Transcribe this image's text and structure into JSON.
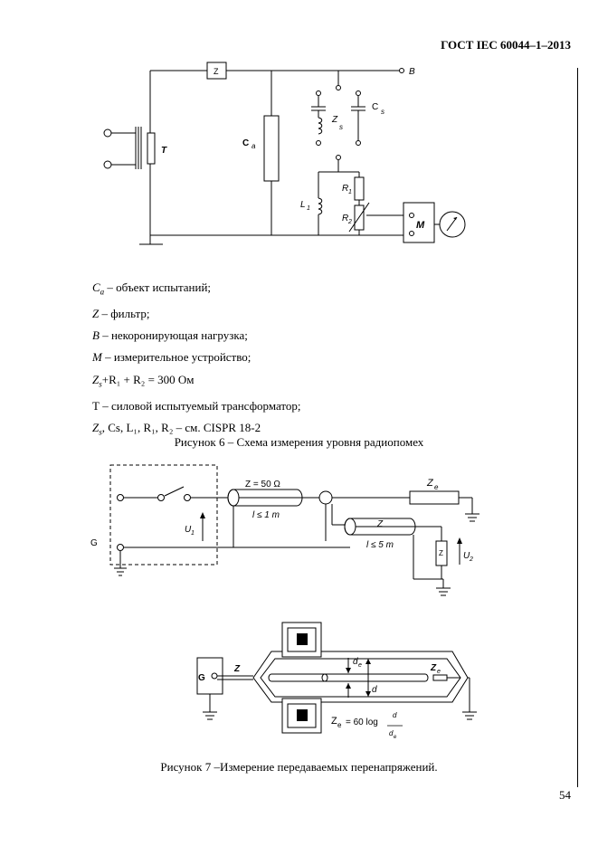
{
  "header": {
    "doc_code": "ГОСТ IEC 60044–1–2013"
  },
  "figure6": {
    "labels": {
      "B": "B",
      "T": "T",
      "Z": "Z",
      "Ca": "C",
      "Ca_sub": "a",
      "Zs": "Z",
      "Zs_sub": "s",
      "Cs": "C",
      "Cs_sub": "s",
      "L1": "L",
      "L1_sub": "1",
      "R1": "R",
      "R1_sub": "1",
      "R2": "R",
      "R2_sub": "2",
      "M": "M"
    },
    "legend": [
      {
        "sym": "C",
        "sub": "a",
        "text": " – объект испытаний;"
      },
      {
        "sym": "Z",
        "sub": "",
        "text": " – фильтр;"
      },
      {
        "sym": "B",
        "sub": "",
        "text": " – некоронирующая нагрузка;"
      },
      {
        "sym": "M",
        "sub": "",
        "text": " – измерительное устройство;"
      },
      {
        "sym": "Z",
        "sub": "s",
        "text": "+R₁ + R₂ = 300 Ом"
      },
      {
        "sym": "",
        "sub": "",
        "text": "Т – силовой испытуемый трансформатор;"
      },
      {
        "sym": "Z",
        "sub": "s",
        "text": ", Cs, L₁, R₁, R₂ – см. CISPR 18-2"
      }
    ],
    "caption": "Рисунок 6 – Схема измерения уровня радиопомех"
  },
  "figure7": {
    "labels": {
      "G": "G",
      "Z50": "Z = 50 Ω",
      "l1": "l ≤ 1 m",
      "Ze": "Z",
      "Ze_sub": "e",
      "Z": "Z",
      "l5": "l ≤ 5 m",
      "Zbox": "Z",
      "U1": "U",
      "U1_sub": "1",
      "U2": "U",
      "U2_sub": "2",
      "G2": "G",
      "Z2": "Z",
      "de": "d",
      "de_sub": "e",
      "d": "d",
      "Ze2": "Z",
      "Ze2_sub": "e",
      "formula": "Z",
      "formula_sub": "e",
      "formula_eq": "= 60 log",
      "f_num": "d",
      "f_den": "d",
      "f_den_sub": "e"
    },
    "caption": "Рисунок 7 –Измерение передаваемых перенапряжений."
  },
  "page_number": "54"
}
